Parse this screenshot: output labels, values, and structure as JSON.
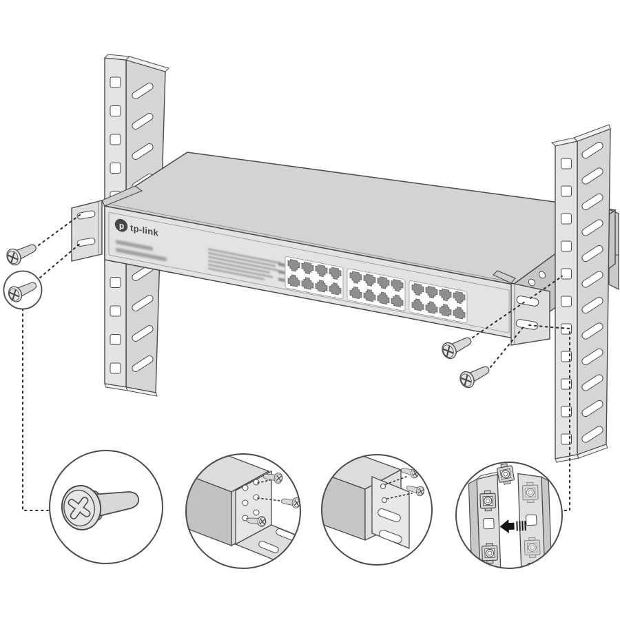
{
  "page": {
    "kind": "rack-mount-installation-diagram",
    "background": "#ffffff"
  },
  "brand": {
    "logo_text": "tp-link",
    "logo_glyph": "p"
  },
  "switch": {
    "port_count": 24,
    "port_rows": 2,
    "port_groups": 3,
    "ports_per_group_per_row": 4,
    "model_text_blurred": true,
    "led_legend_blurred": true
  },
  "rack": {
    "left_rail": {
      "square_holes": 11,
      "slot_holes": 10
    },
    "right_rail": {
      "square_holes": 11,
      "slot_holes": 12
    }
  },
  "screws": {
    "left_visible": 2,
    "right_visible": 2,
    "type": "phillips-pan-head"
  },
  "callouts": [
    {
      "name": "screw-detail-callout"
    },
    {
      "name": "bracket-screwed-to-switch-callout"
    },
    {
      "name": "bracket-slot-orientation-callout"
    },
    {
      "name": "cage-nut-insertion-callout",
      "left_strip_holes": 3,
      "right_strip_holes": 4,
      "installed_cage_nuts": 4,
      "loose_cage_nuts": 1
    }
  ],
  "colors": {
    "outline": "#4a4a4a",
    "metal_light": "#e4e4e4",
    "metal_mid": "#d5d5d5",
    "metal_dark": "#c6c6c6",
    "port_fill": "#8e8e8e",
    "arrow": "#151515"
  }
}
